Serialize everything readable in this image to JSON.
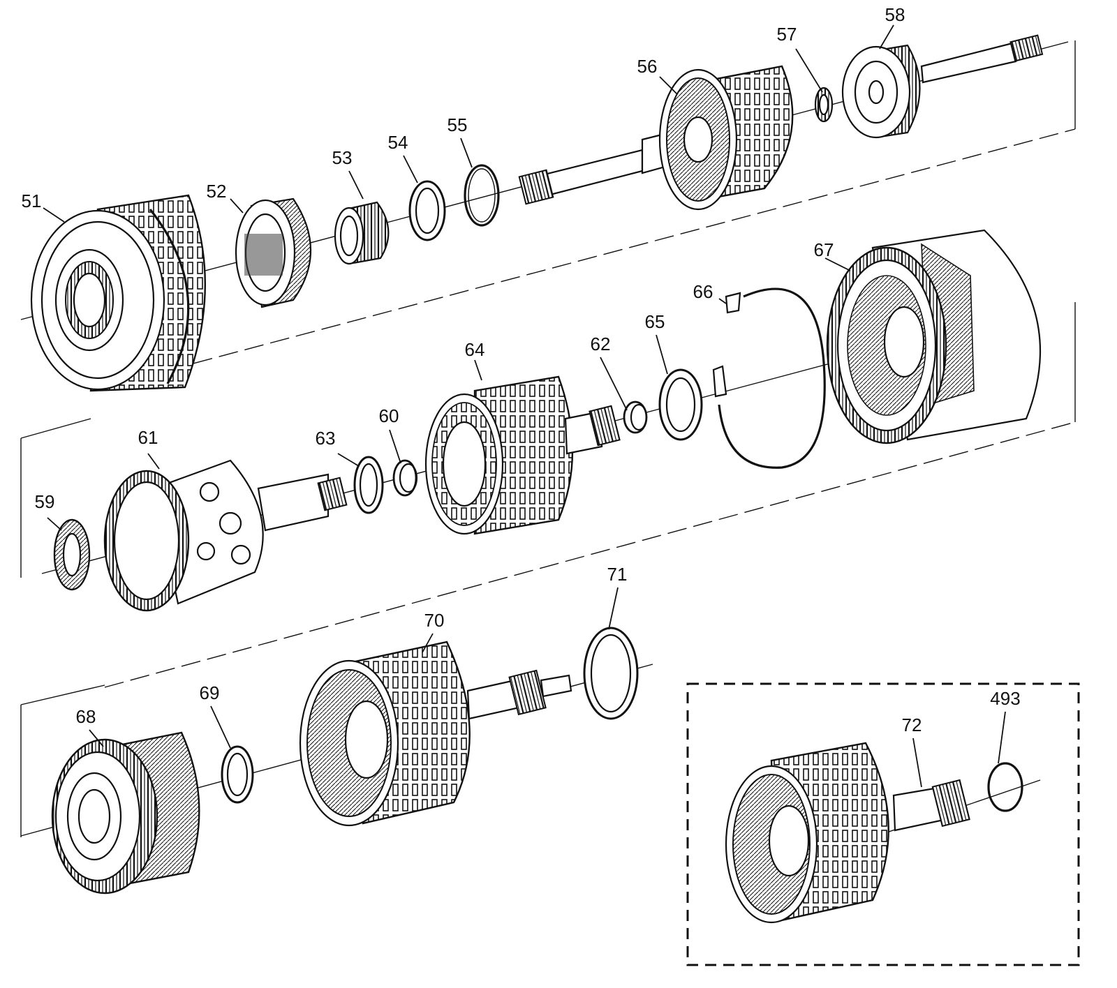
{
  "diagram": {
    "callouts": {
      "c51": "51",
      "c52": "52",
      "c53": "53",
      "c54": "54",
      "c55": "55",
      "c56": "56",
      "c57": "57",
      "c58": "58",
      "c59": "59",
      "c60": "60",
      "c61": "61",
      "c62": "62",
      "c63": "63",
      "c64": "64",
      "c65": "65",
      "c66": "66",
      "c67": "67",
      "c68": "68",
      "c69": "69",
      "c70": "70",
      "c71": "71",
      "c72": "72",
      "c493": "493"
    }
  },
  "colors": {
    "ink": "#111111",
    "background": "#ffffff"
  }
}
